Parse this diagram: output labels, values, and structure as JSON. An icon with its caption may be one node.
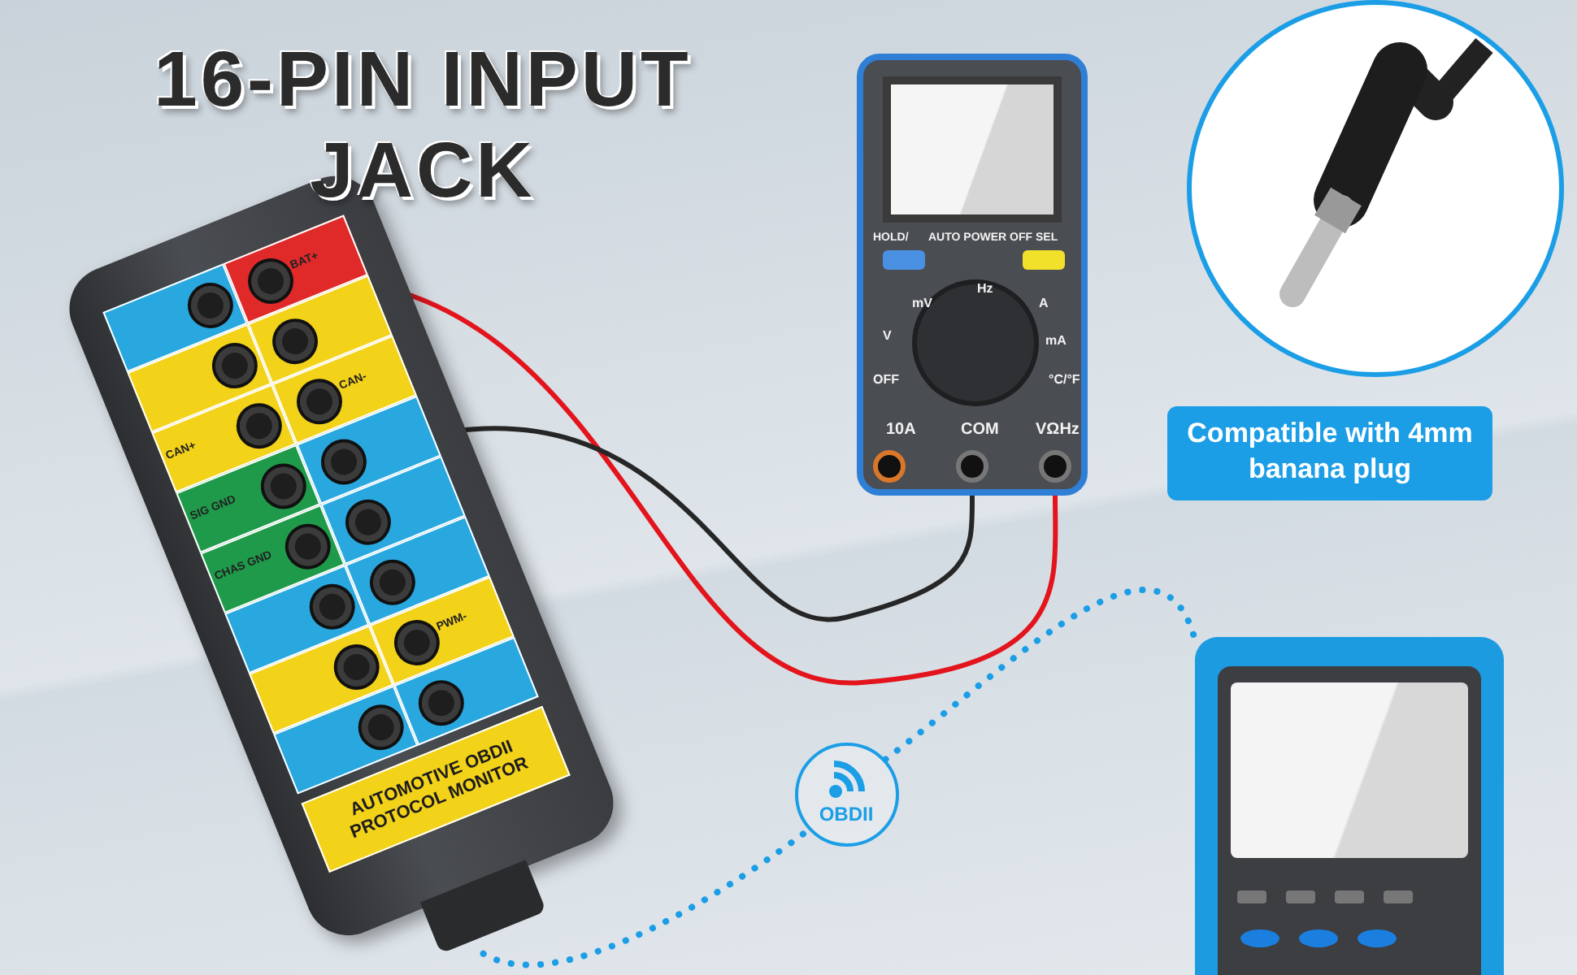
{
  "diagram": {
    "title": "16-PIN INPUT JACK",
    "nodes": [
      {
        "text": [
          "AUTOMOTIVE OBDII PROTOCOL MONITOR"
        ]
      },
      {
        "text": [],
        "shape": "picture"
      },
      {
        "text": [
          "OBDII"
        ]
      },
      {
        "text": [],
        "shape": "picture"
      }
    ],
    "edges": [
      {
        "from": 0,
        "to": 1,
        "arrow": "none",
        "color": "#e3141c"
      },
      {
        "from": 0,
        "to": 1,
        "arrow": "none",
        "color": "#262626"
      },
      {
        "from": 0,
        "to": 2,
        "arrow": "none",
        "style": "dashed",
        "color": "#1b9ee6"
      },
      {
        "from": 2,
        "to": 3,
        "arrow": "none",
        "style": "dashed",
        "color": "#1b9ee6"
      }
    ],
    "labels": [
      "BAT+",
      "CAN+",
      "CAN-",
      "SIG GND",
      "CHAS GND",
      "PWM-",
      "HOLD/",
      "AUTO POWER OFF",
      "SEL",
      "mV",
      "Hz",
      "V",
      "A",
      "mA",
      "OFF",
      "°C/°F",
      "10A",
      "COM",
      "VΩHz",
      "Compatible with 4mm banana plug"
    ]
  }
}
